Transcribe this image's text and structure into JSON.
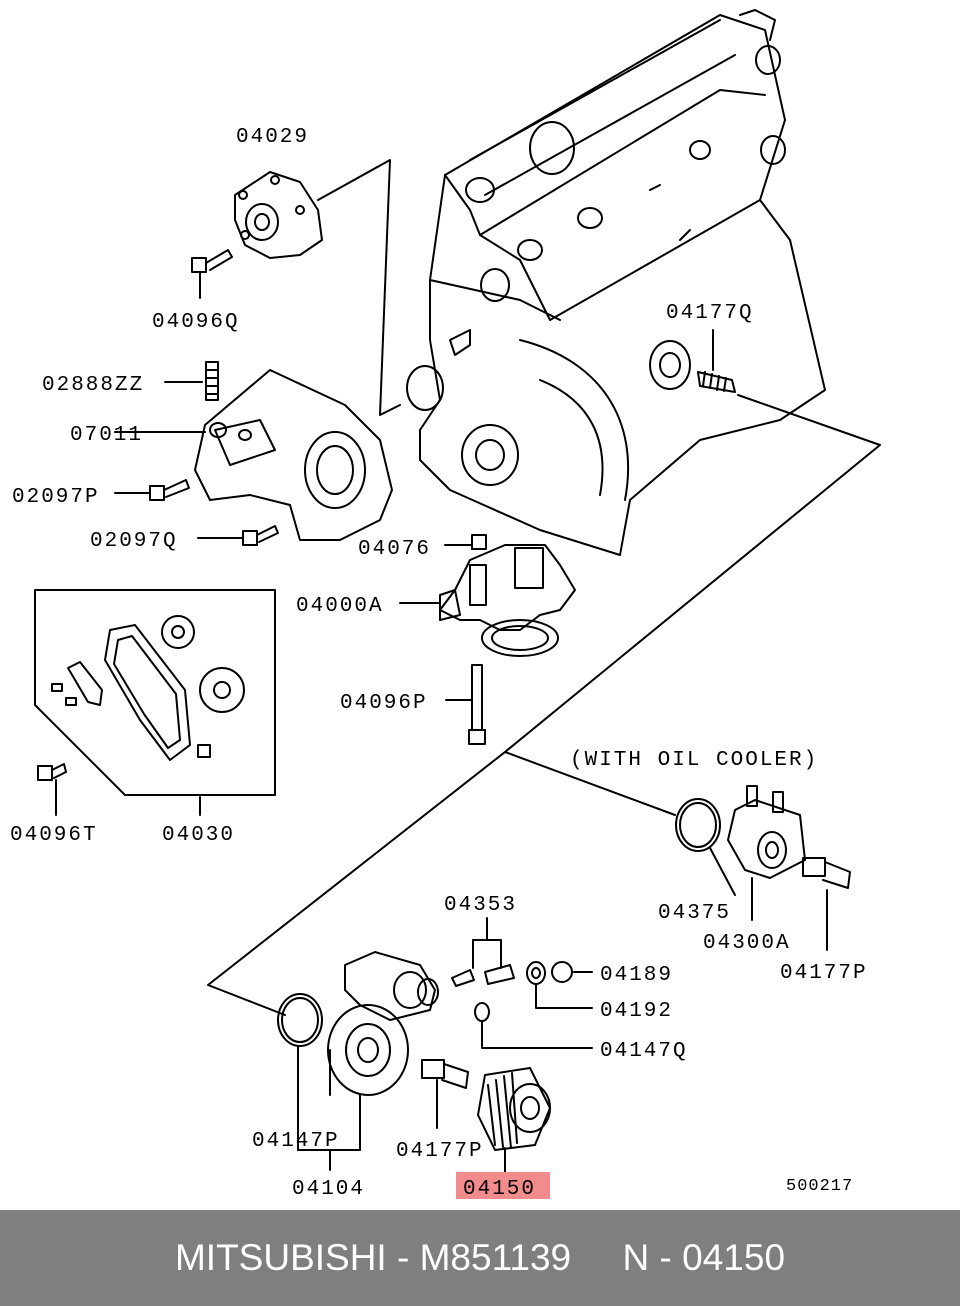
{
  "diagram": {
    "labels": {
      "p04029": "04029",
      "p04096Q": "04096Q",
      "p02888ZZ": "02888ZZ",
      "p07011": "07011",
      "p02097P": "02097P",
      "p02097Q": "02097Q",
      "p04177Q_top": "04177Q",
      "p04076": "04076",
      "p04000A": "04000A",
      "p04096P": "04096P",
      "p04096T": "04096T",
      "p04030": "04030",
      "with_oil_cooler": "(WITH OIL COOLER)",
      "p04375": "04375",
      "p04300A": "04300A",
      "p04177P_right": "04177P",
      "p04353": "04353",
      "p04189": "04189",
      "p04192": "04192",
      "p04147Q": "04147Q",
      "p04147P": "04147P",
      "p04104": "04104",
      "p04177P_bottom": "04177P",
      "p04150": "04150",
      "drawing_number": "500217"
    },
    "highlight_color": "#f28b8b"
  },
  "footer": {
    "text": "MITSUBISHI - M851139     N - 04150",
    "background": "#7f7f7f"
  }
}
